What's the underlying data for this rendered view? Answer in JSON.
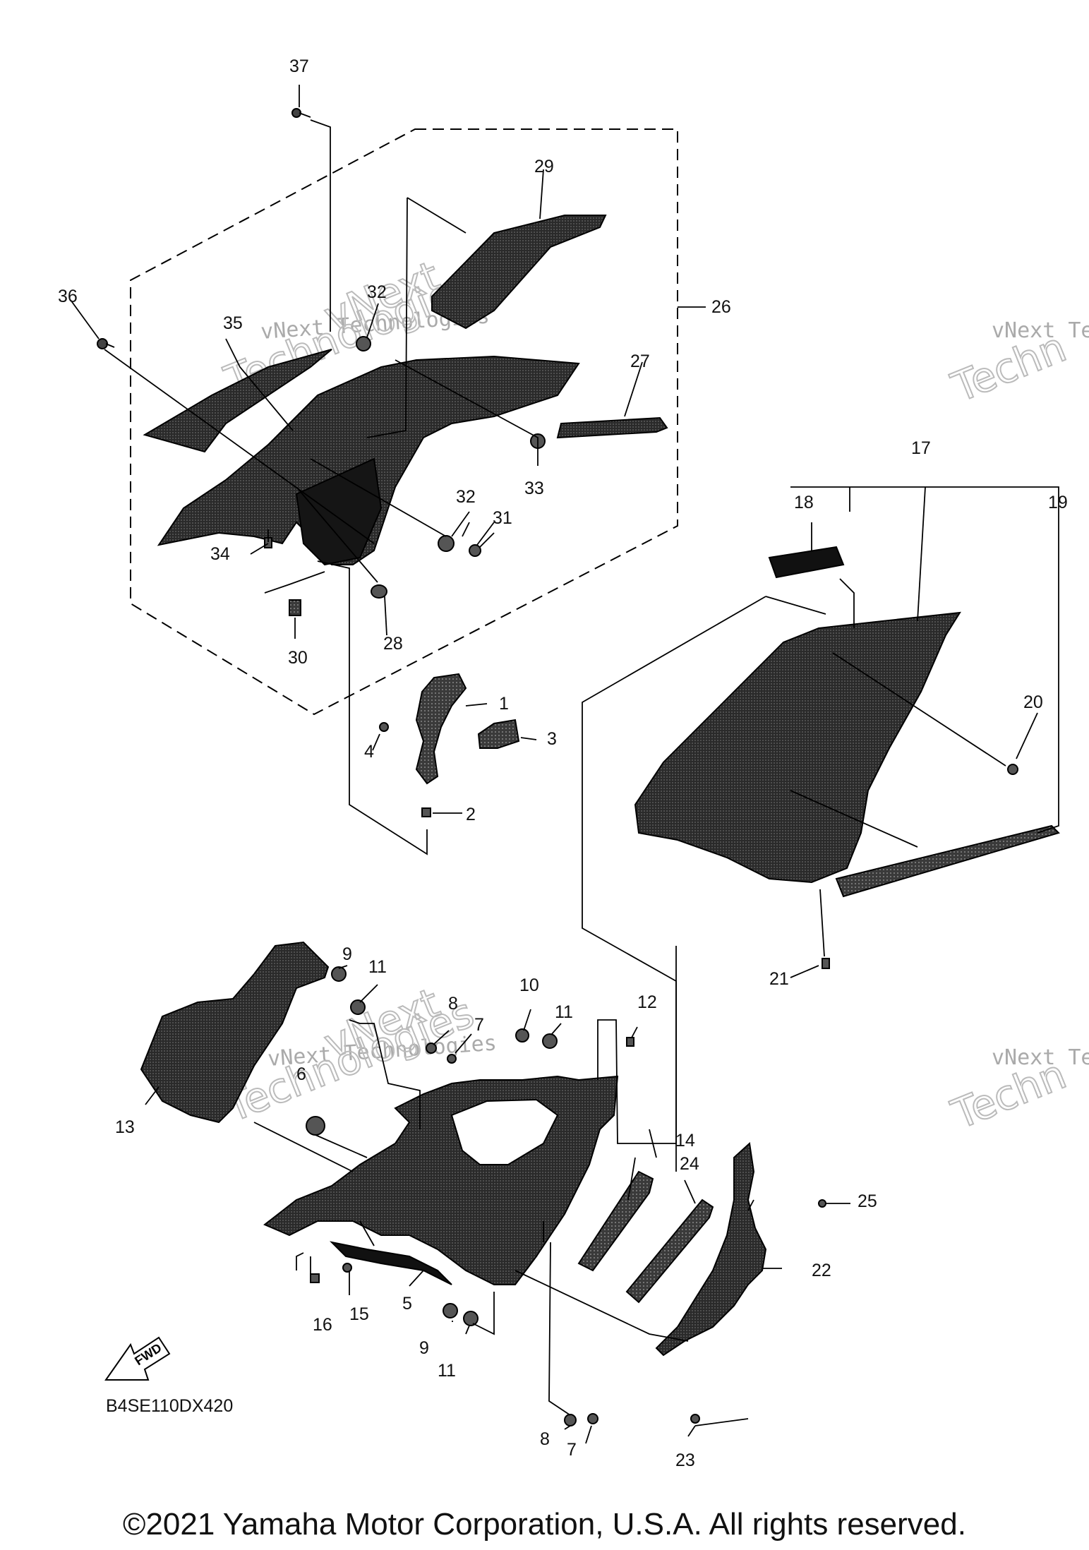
{
  "diagram": {
    "code": "B4SE110DX420",
    "fwd_label": "FWD",
    "copyright": "©2021 Yamaha Motor Corporation, U.S.A. All rights reserved."
  },
  "watermark": {
    "line1": "vNext Technologies",
    "line2": "vNext",
    "line3": "Technologies",
    "line4": "vNext Tec",
    "line5": "Techn"
  },
  "callouts": [
    "1",
    "2",
    "3",
    "4",
    "5",
    "6",
    "7",
    "7",
    "8",
    "8",
    "9",
    "9",
    "10",
    "11",
    "11",
    "11",
    "12",
    "13",
    "14",
    "15",
    "16",
    "17",
    "18",
    "19",
    "20",
    "21",
    "22",
    "23",
    "24",
    "25",
    "26",
    "27",
    "28",
    "29",
    "30",
    "31",
    "32",
    "32",
    "33",
    "34",
    "35",
    "36",
    "37"
  ],
  "colors": {
    "part_fill": "#2c2c2c",
    "part_dark": "#151515",
    "line": "#000000",
    "background": "#ffffff"
  }
}
